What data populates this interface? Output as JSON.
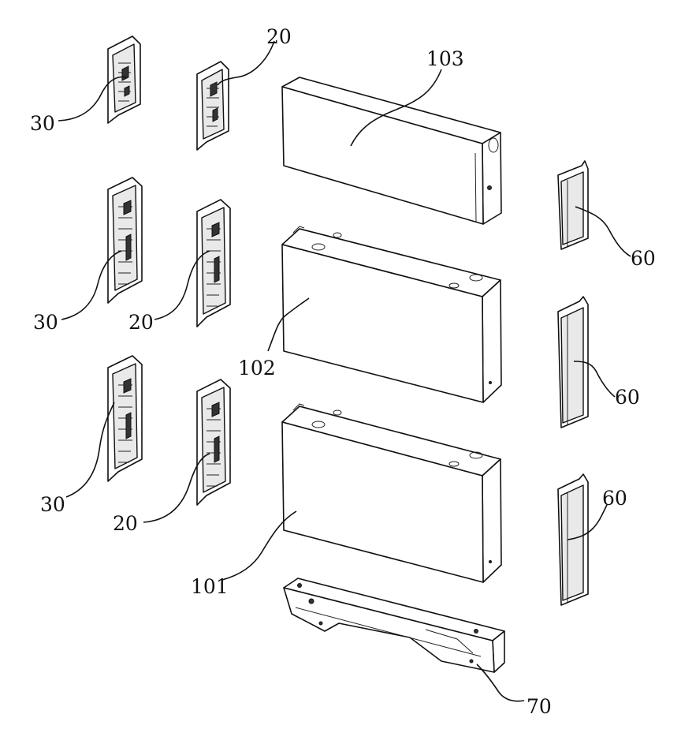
{
  "labels": {
    "l103": "103",
    "l102": "102",
    "l101": "101",
    "l70": "70",
    "l20a": "20",
    "l20b": "20",
    "l20c": "20",
    "l30a": "30",
    "l30b": "30",
    "l30c": "30",
    "l60a": "60",
    "l60b": "60",
    "l60c": "60"
  }
}
